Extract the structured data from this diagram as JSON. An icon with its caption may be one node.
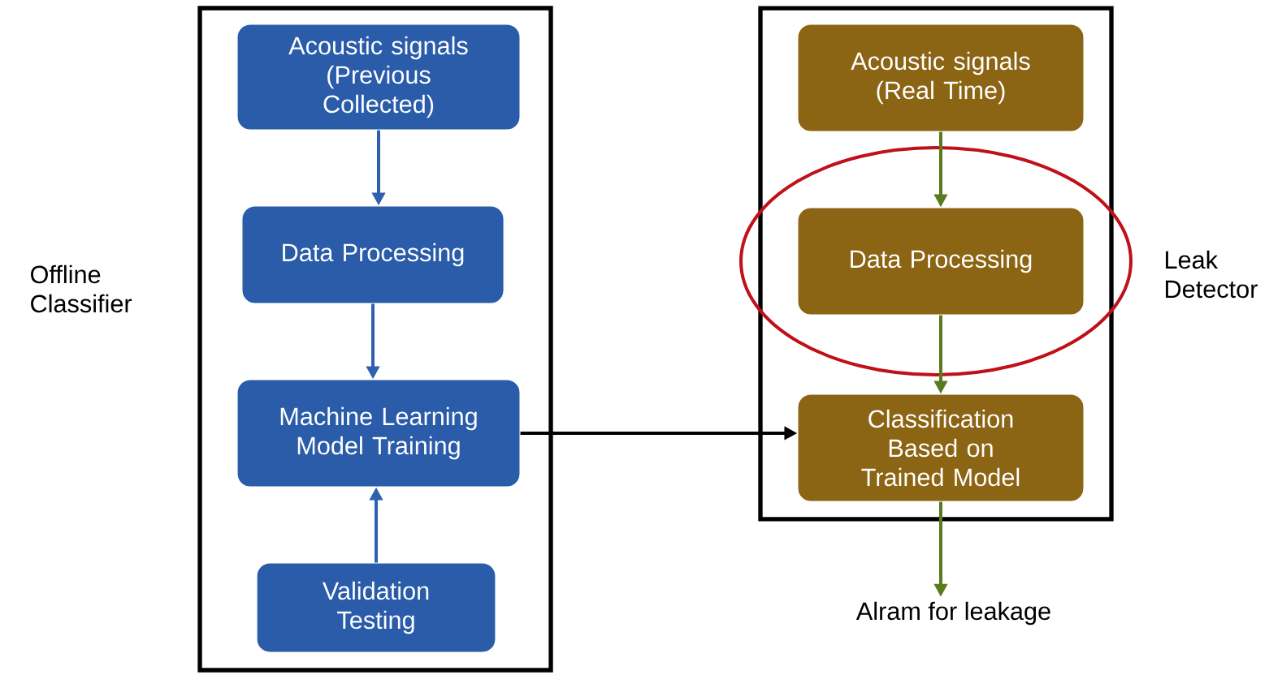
{
  "diagram": {
    "nodes": [
      {
        "text": [],
        "shape": "box",
        "beside": [
          "Offline Classifier"
        ]
      },
      {
        "text": [
          "Acoustic signals (Previous Collected)"
        ],
        "in": 0
      },
      {
        "text": [
          "Data Processing"
        ],
        "in": 0
      },
      {
        "text": [
          "Machine Learning Model Training"
        ],
        "in": 0
      },
      {
        "text": [
          "Validation Testing"
        ],
        "in": 0
      },
      {
        "text": [],
        "shape": "box",
        "beside": [
          "Leak Detector"
        ]
      },
      {
        "text": [
          "Acoustic signals (Real Time)"
        ],
        "in": 5
      },
      {
        "text": [
          "Data Processing"
        ],
        "in": 5
      },
      {
        "text": [
          "Classification Based on Trained Model"
        ],
        "in": 5
      },
      {
        "text": [
          "Alram for leakage"
        ]
      }
    ],
    "edges": [
      {
        "from": 1,
        "to": 2,
        "arrow": "to",
        "color": "#2e5fb0"
      },
      {
        "from": 2,
        "to": 3,
        "arrow": "to",
        "color": "#2e5fb0"
      },
      {
        "from": 4,
        "to": 3,
        "arrow": "to",
        "color": "#2e5fb0"
      },
      {
        "from": 3,
        "to": 8,
        "arrow": "to",
        "color": "#000000"
      },
      {
        "from": 6,
        "to": 7,
        "arrow": "to",
        "color": "#5a7a1e"
      },
      {
        "from": 7,
        "to": 8,
        "arrow": "to",
        "color": "#5a7a1e"
      },
      {
        "from": 8,
        "to": 9,
        "arrow": "to",
        "color": "#5a7a1e"
      }
    ]
  }
}
